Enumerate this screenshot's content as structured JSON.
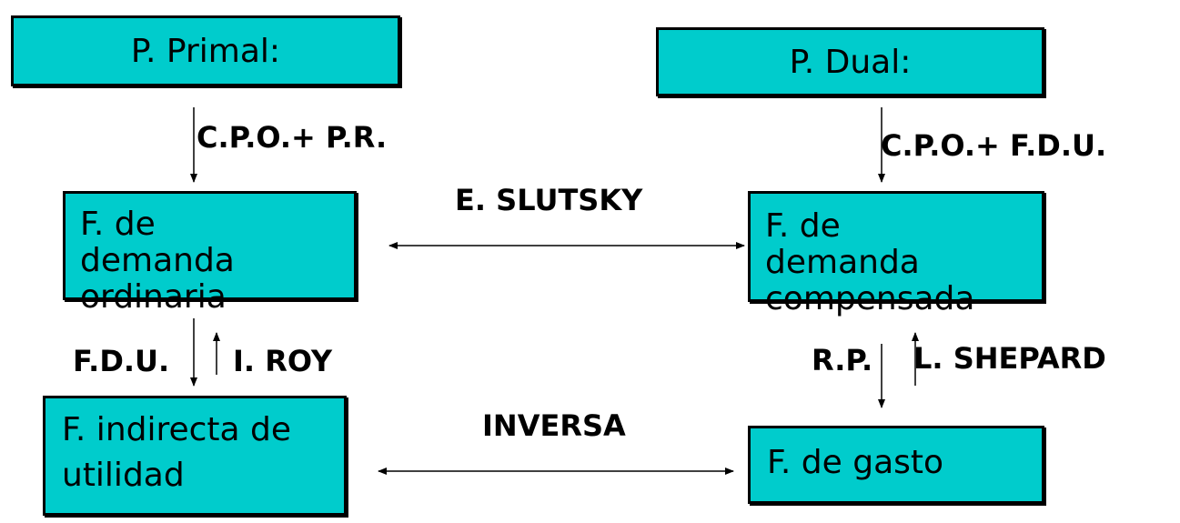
{
  "boxes": {
    "primal": "P. Primal:",
    "dual": "P. Dual:",
    "demanda_ordinaria": [
      "F. de",
      "demanda",
      "ordinaria"
    ],
    "demanda_compensada": [
      "F. de",
      "demanda",
      "compensada"
    ],
    "indirecta_utilidad": [
      "F. indirecta de",
      "utilidad"
    ],
    "gasto": "F. de gasto"
  },
  "labels": {
    "cpo_pr": "C.P.O.+ P.R.",
    "cpo_fdu": "C.P.O.+ F.D.U.",
    "slutsky": "E. SLUTSKY",
    "fdu": "F.D.U.",
    "roy": "I. ROY",
    "rp": "R.P.",
    "shepard": "L. SHEPARD",
    "inversa": "INVERSA"
  },
  "colors": {
    "box_fill": "#00CCCC",
    "stroke": "#000000"
  }
}
